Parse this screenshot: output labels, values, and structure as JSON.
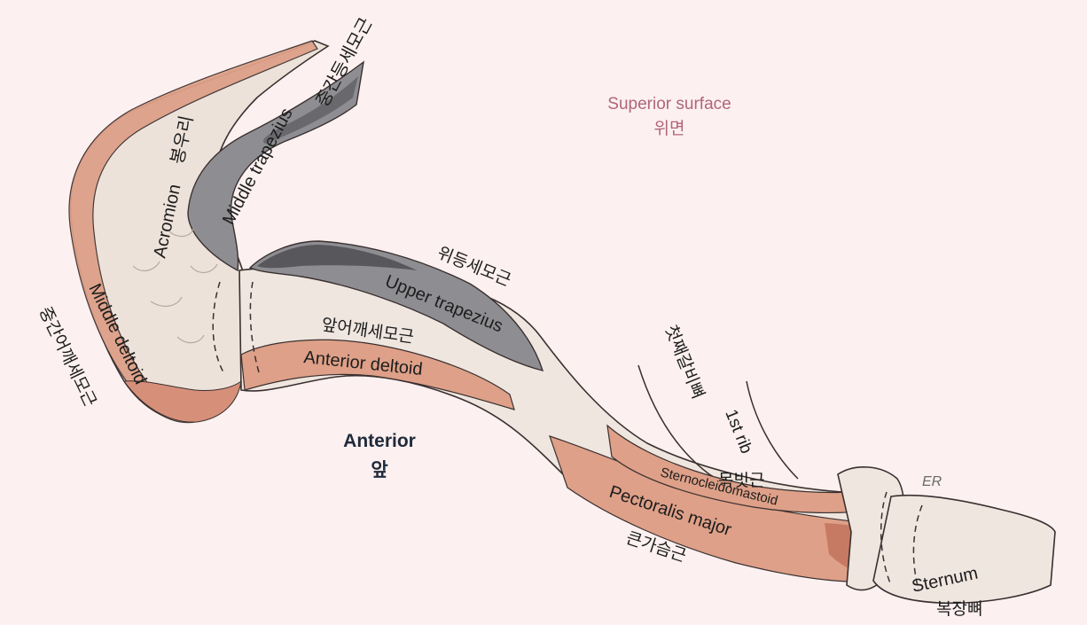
{
  "labels": {
    "superior_surface": "Superior surface",
    "superior_surface_ko": "위면",
    "anterior": "Anterior",
    "anterior_ko": "앞",
    "acromion": "Acromion",
    "acromion_ko": "봉우리",
    "middle_trapezius": "Middle trapezius",
    "middle_trapezius_ko": "중간등세모근",
    "middle_deltoid": "Middle deltoid",
    "middle_deltoid_ko": "중간어깨세모근",
    "upper_trapezius": "Upper trapezius",
    "upper_trapezius_ko": "위등세모근",
    "anterior_deltoid": "Anterior deltoid",
    "anterior_deltoid_ko": "앞어깨세모근",
    "first_rib": "1st rib",
    "first_rib_ko": "첫째갈비뼈",
    "sternocleidomastoid": "Sternocleidomastoid",
    "sternocleidomastoid_ko": "목빗근",
    "pectoralis_major": "Pectoralis major",
    "pectoralis_major_ko": "큰가슴근",
    "sternum": "Sternum",
    "sternum_ko": "복장뼈",
    "er_mark": "ER"
  },
  "colors": {
    "background": "#fcf0f0",
    "bone": "#efe6df",
    "bone_shadow": "#c9b7ab",
    "muscle": "#dea088",
    "muscle_dark": "#c88066",
    "trapezius": "#8e8e92",
    "trapezius_dark": "#4e4e52",
    "outline": "#3a3030"
  }
}
